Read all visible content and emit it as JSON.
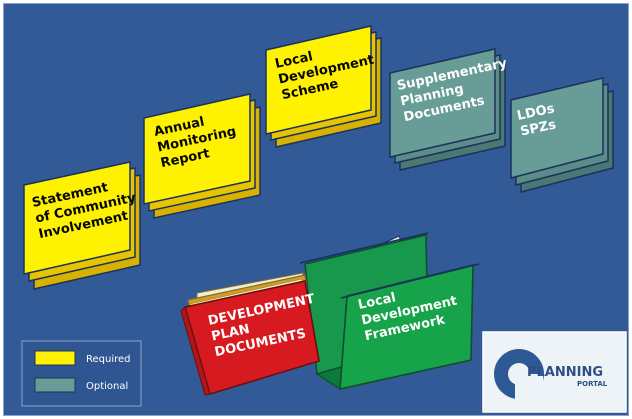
{
  "diagram": {
    "items": [
      {
        "lines": [
          "Statement",
          "of Community",
          "Involvement"
        ],
        "status": "Required"
      },
      {
        "lines": [
          "Annual",
          "Monitoring",
          "Report"
        ],
        "status": "Required"
      },
      {
        "lines": [
          "Local",
          "Development",
          "Scheme"
        ],
        "status": "Required"
      },
      {
        "lines": [
          "Supplementary",
          "Planning",
          "Documents"
        ],
        "status": "Optional"
      },
      {
        "lines": [
          "LDOs",
          "SPZs"
        ],
        "status": "Optional"
      }
    ],
    "red_binder": {
      "lines": [
        "DEVELOPMENT",
        "PLAN",
        "DOCUMENTS"
      ]
    },
    "green_folder": {
      "lines": [
        "Local",
        "Development",
        "Framework"
      ]
    },
    "legend": {
      "required": {
        "label": "Required",
        "color": "#fff200"
      },
      "optional": {
        "label": "Optional",
        "color": "#679c97"
      }
    },
    "logo": {
      "line1": "PLANNING",
      "line2": "PORTAL"
    },
    "colors": {
      "background": "#315a97",
      "required": "#fff200",
      "optional": "#679c97",
      "binder": "#d71920",
      "framework": "#159247"
    }
  }
}
